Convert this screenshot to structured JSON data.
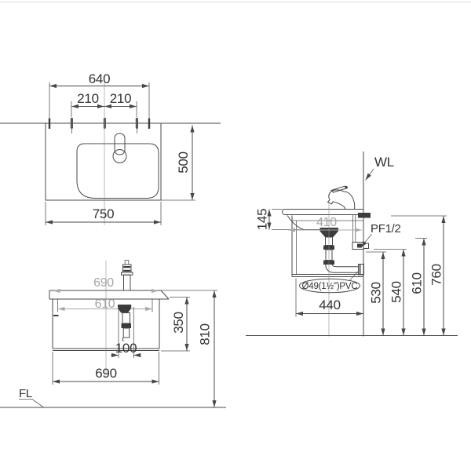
{
  "meta": {
    "drawing_type": "technical installation drawing",
    "subject": "wall-hung washbasin with cabinet",
    "unit": "mm"
  },
  "colors": {
    "line": "#484848",
    "faded": "#a6a6a6",
    "dark_fill": "#3c3c3c",
    "background": "#ffffff"
  },
  "top": {
    "d640": "640",
    "d210l": "210",
    "d210r": "210",
    "d500": "500",
    "d750": "750"
  },
  "front": {
    "d690i": "690",
    "d610": "610",
    "d350": "350",
    "d100": "100",
    "d690": "690",
    "d810": "810",
    "fl": "FL"
  },
  "side": {
    "wl": "WL",
    "d145": "145",
    "d410": "410",
    "pf": "PF1/2",
    "pvc": "Ø49(1½\")PVC",
    "d440": "440",
    "d530": "530",
    "d540": "540",
    "d610": "610",
    "d760": "760"
  }
}
